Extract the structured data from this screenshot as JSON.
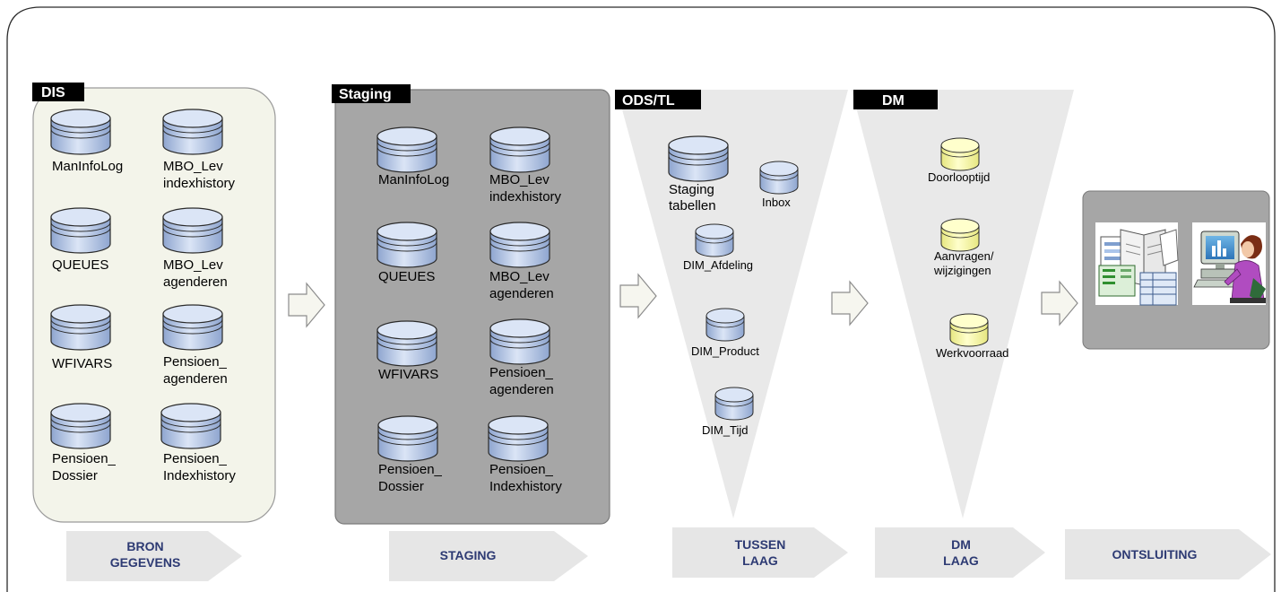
{
  "sections": {
    "dis": {
      "title": "DIS"
    },
    "staging": {
      "title": "Staging"
    },
    "ods": {
      "title": "ODS/TL"
    },
    "dm": {
      "title": "DM"
    }
  },
  "dis_tables": [
    [
      "ManInfoLog"
    ],
    [
      "MBO_Lev",
      "indexhistory"
    ],
    [
      "QUEUES"
    ],
    [
      "MBO_Lev",
      "agenderen"
    ],
    [
      "WFIVARS"
    ],
    [
      "Pensioen_",
      "agenderen"
    ],
    [
      "Pensioen_",
      "Dossier"
    ],
    [
      "Pensioen_",
      "Indexhistory"
    ]
  ],
  "staging_tables": [
    [
      "ManInfoLog"
    ],
    [
      "MBO_Lev",
      "indexhistory"
    ],
    [
      "QUEUES"
    ],
    [
      "MBO_Lev",
      "agenderen"
    ],
    [
      "WFIVARS"
    ],
    [
      "Pensioen_",
      "agenderen"
    ],
    [
      "Pensioen_",
      "Dossier"
    ],
    [
      "Pensioen_",
      "Indexhistory"
    ]
  ],
  "ods_tables": [
    [
      "Staging",
      "tabellen"
    ],
    [
      "Inbox"
    ],
    [
      "DIM_Afdeling"
    ],
    [
      "DIM_Product"
    ],
    [
      "DIM_Tijd"
    ]
  ],
  "dm_tables": [
    [
      "Doorlooptijd"
    ],
    [
      "Aanvragen/",
      "wijzigingen"
    ],
    [
      "Werkvoorraad"
    ]
  ],
  "footer_labels": [
    [
      "BRON",
      "GEGEVENS"
    ],
    [
      "STAGING"
    ],
    [
      "TUSSEN",
      "LAAG"
    ],
    [
      "DM",
      "LAAG"
    ],
    [
      "ONTSLUITING"
    ]
  ],
  "colors": {
    "dis_panel": "#f3f4ea",
    "staging_panel": "#a6a6a6",
    "funnel": "#e9e9e9",
    "cylinder_blue": "#b8c8e8",
    "cylinder_yellow": "#ffff99",
    "footer_arrow": "#e6e6e6",
    "footer_text": "#2d3a73"
  }
}
